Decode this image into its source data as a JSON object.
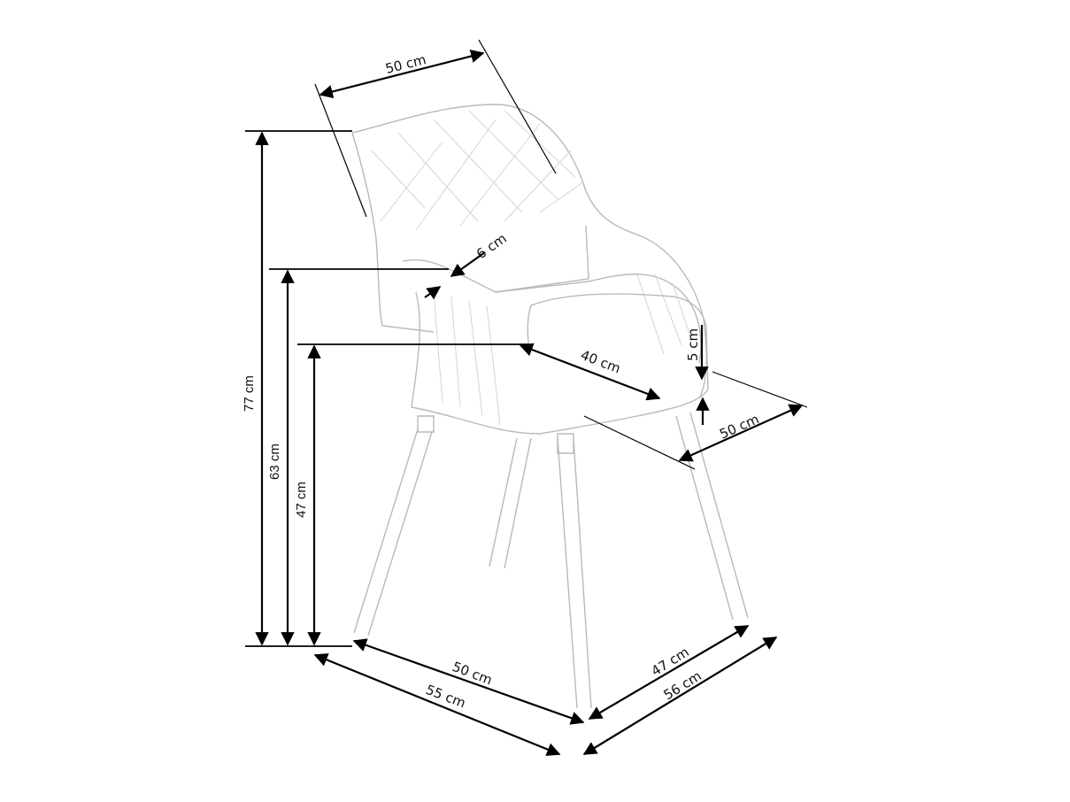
{
  "diagram": {
    "subject": "Chair dimension drawing",
    "units": "cm",
    "colors": {
      "background": "#ffffff",
      "dimension_lines": "#000000",
      "sketch": "#b9b9b9"
    },
    "dimensions": {
      "backrest_width": "50 cm",
      "armrest_thickness": "6 cm",
      "seat_depth": "40 cm",
      "seat_thickness": "5 cm",
      "seat_width": "50 cm",
      "total_height": "77 cm",
      "armrest_height": "63 cm",
      "seat_height": "47 cm",
      "leg_span_front": "50 cm",
      "overall_width": "55 cm",
      "leg_span_side": "47 cm",
      "overall_depth": "56 cm"
    }
  }
}
